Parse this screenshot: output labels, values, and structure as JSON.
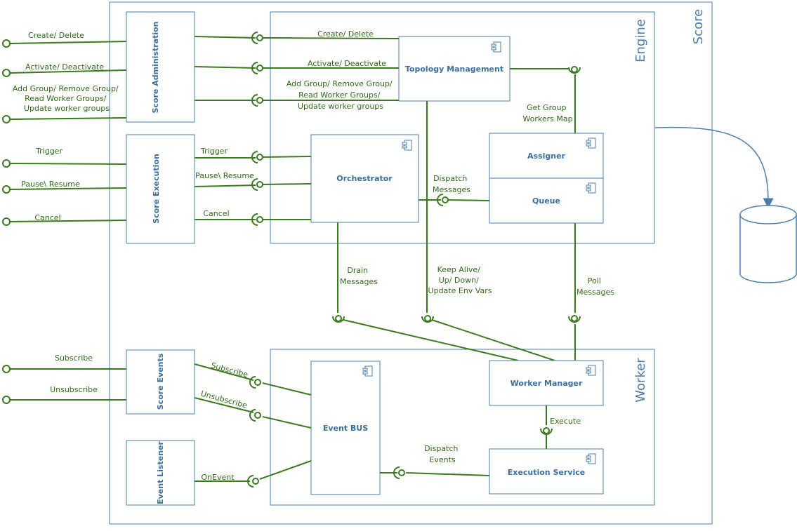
{
  "frames": {
    "score": "Score",
    "engine": "Engine",
    "worker": "Worker"
  },
  "interfaces": {
    "score_administration": "Score Administration",
    "score_execution": "Score Execution",
    "score_events": "Score Events",
    "event_listener": "Event Listener"
  },
  "components": {
    "topology_management": "Topology Management",
    "orchestrator": "Orchestrator",
    "assigner": "Assigner",
    "queue": "Queue",
    "worker_manager": "Worker Manager",
    "event_bus": "Event BUS",
    "execution_service": "Execution Service"
  },
  "external": {
    "create_delete": "Create/ Delete",
    "activate_deactivate": "Activate/ Deactivate",
    "groups": [
      "Add Group/ Remove Group/",
      "Read Worker Groups/",
      "Update worker groups"
    ],
    "trigger": "Trigger",
    "pause_resume": "Pause\\ Resume",
    "cancel": "Cancel",
    "subscribe": "Subscribe",
    "unsubscribe": "Unsubscribe"
  },
  "internal": {
    "create_delete": "Create/ Delete",
    "activate_deactivate": "Activate/ Deactivate",
    "groups": [
      "Add Group/ Remove Group/",
      "Read Worker Groups/",
      "Update worker groups"
    ],
    "trigger": "Trigger",
    "pause_resume": "Pause\\ Resume",
    "cancel": "Cancel",
    "get_group_workers_map": [
      "Get Group",
      "Workers Map"
    ],
    "dispatch_messages": [
      "Dispatch",
      "Messages"
    ],
    "drain_messages": [
      "Drain",
      "Messages"
    ],
    "keep_alive": [
      "Keep Alive/",
      "Up/ Down/",
      "Update Env Vars"
    ],
    "poll_messages": [
      "Poll",
      "Messages"
    ],
    "subscribe": "Subscribe",
    "unsubscribe": "Unsubscribe",
    "on_event": "OnEvent",
    "execute": "Execute",
    "dispatch_events": [
      "Dispatch",
      "Events"
    ]
  },
  "colors": {
    "frame": "#4a7eac",
    "connector": "#3a7a1f",
    "label": "#2f6b16",
    "component_text": "#3a6f9e"
  }
}
